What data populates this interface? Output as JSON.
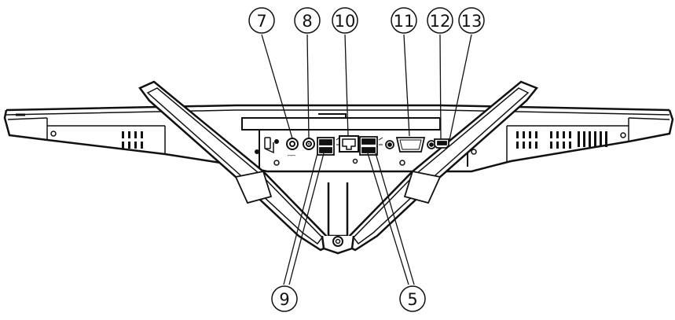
{
  "callouts": {
    "c7": "7",
    "c8": "8",
    "c10": "10",
    "c11": "11",
    "c12": "12",
    "c13": "13",
    "c9": "9",
    "c5": "5"
  },
  "colors": {
    "line": "#111111",
    "background": "#ffffff"
  }
}
